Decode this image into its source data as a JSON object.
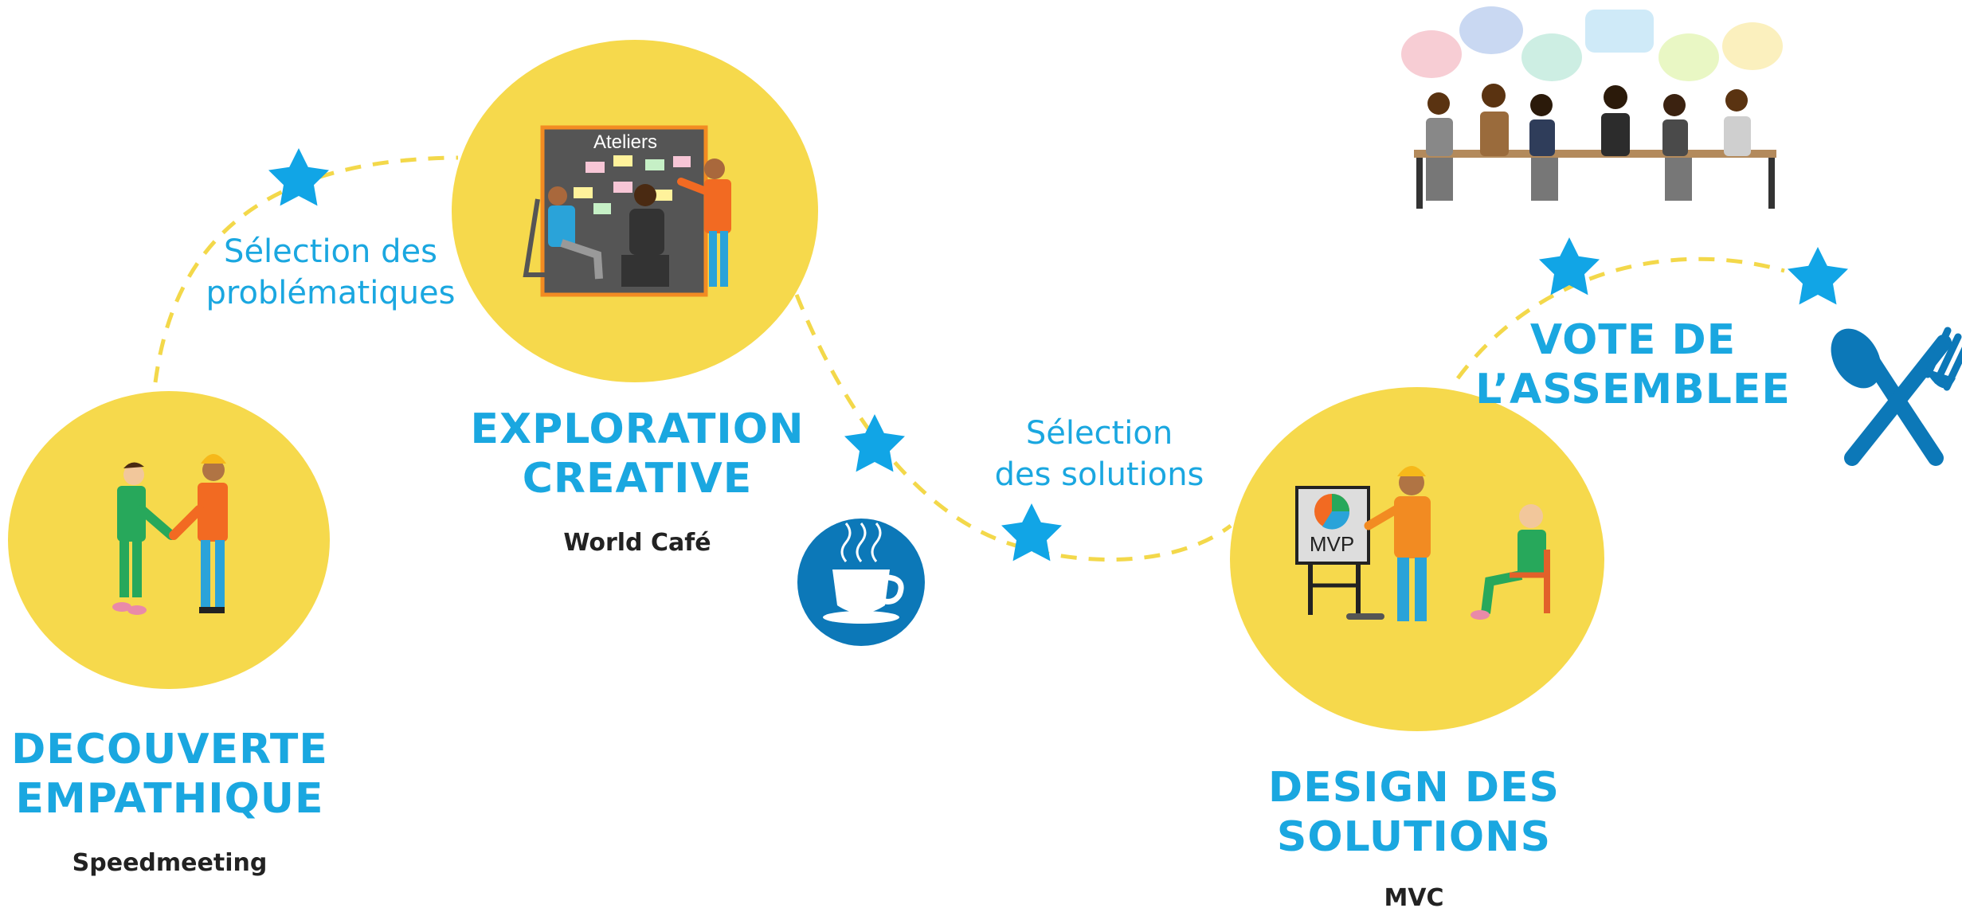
{
  "colors": {
    "circle": "#f6d94c",
    "accent": "#1aa7e0",
    "star": "#11a5e6",
    "icon_badge": "#0c78b8",
    "dash": "#f3d84a",
    "text_dark": "#222222"
  },
  "stages": [
    {
      "title_line1": "DECOUVERTE",
      "title_line2": "EMPATHIQUE",
      "subtitle": "Speedmeeting"
    },
    {
      "title_line1": "EXPLORATION",
      "title_line2": "CREATIVE",
      "subtitle": "World Café",
      "board_label": "Ateliers"
    },
    {
      "title_line1": "DESIGN DES",
      "title_line2": "SOLUTIONS",
      "subtitle": "MVC",
      "board_label": "MVP"
    },
    {
      "title_line1": "VOTE DE",
      "title_line2": "L’ASSEMBLEE"
    }
  ],
  "transitions": [
    {
      "line1": "Sélection des",
      "line2": "problématiques"
    },
    {
      "line1": "Sélection",
      "line2": "des solutions"
    }
  ],
  "icons": {
    "break": "coffee-cup-icon",
    "meal": "fork-spoon-icon",
    "milestone": "star-icon"
  }
}
